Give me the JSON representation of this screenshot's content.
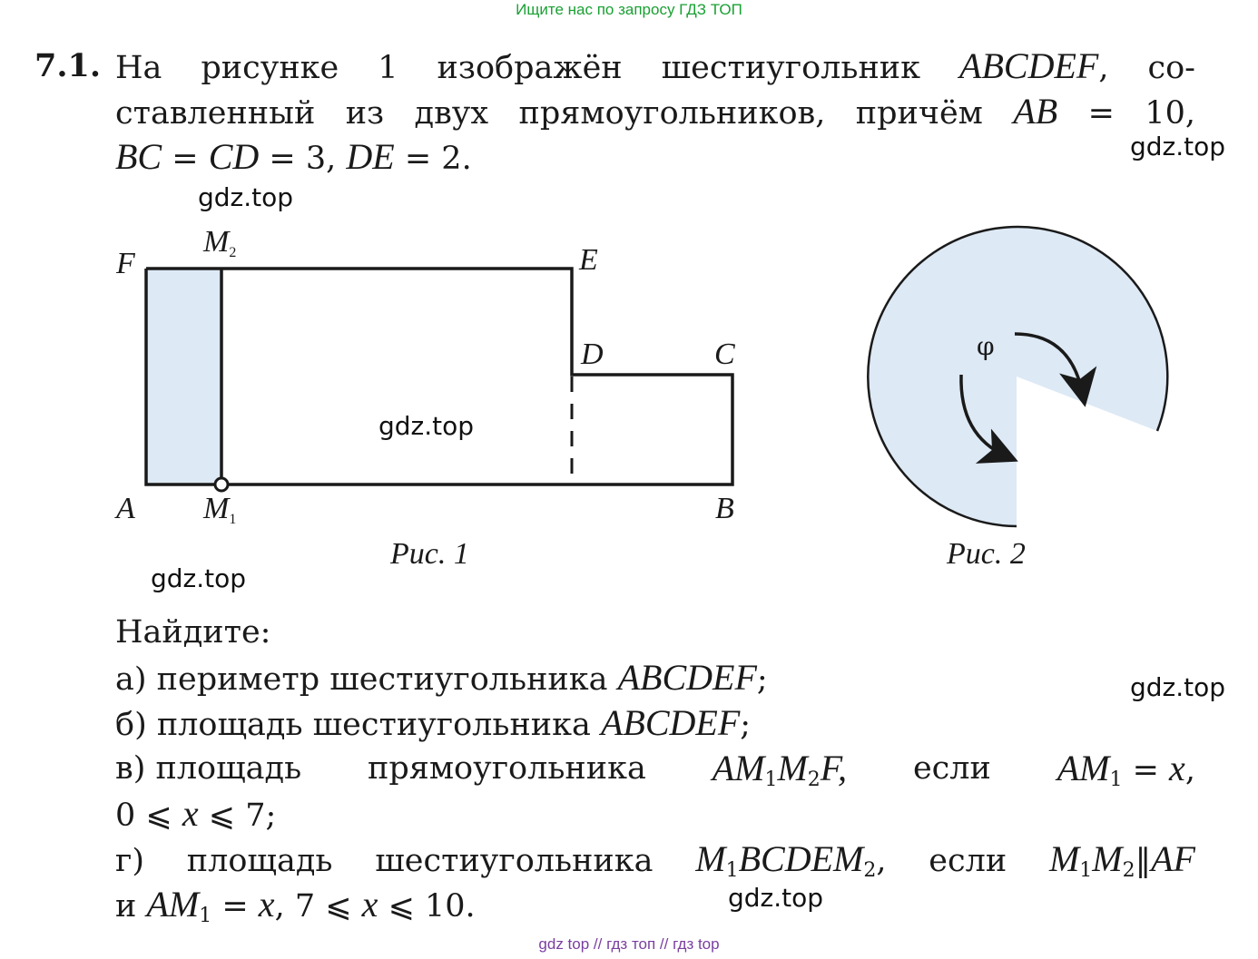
{
  "banner": "Ищите нас по запросу ГДЗ ТОП",
  "problem": {
    "number": "7.1.",
    "line1": [
      "На рисунке 1 изображён шестиугольник ",
      "ABCDEF",
      ", со-"
    ],
    "line2": [
      "ставленный из двух прямоугольников, причём ",
      "AB",
      " = 10,"
    ],
    "line3": [
      "BC",
      " = ",
      "CD",
      " = 3, ",
      "DE",
      " = 2."
    ]
  },
  "figure1": {
    "caption": "Рис. 1",
    "labels": {
      "A": "A",
      "B": "B",
      "C": "C",
      "D": "D",
      "E": "E",
      "F": "F",
      "M1": "M",
      "M1_sub": "1",
      "M2": "M",
      "M2_sub": "2"
    }
  },
  "figure2": {
    "caption": "Рис. 2",
    "angle_label": "φ"
  },
  "task": {
    "heading": "Найдите:",
    "a": [
      "а) периметр шестиугольника ",
      "ABCDEF",
      ";"
    ],
    "b": [
      "б) площадь шестиугольника ",
      "ABCDEF",
      ";"
    ],
    "v1": [
      "в) площадь",
      "прямоугольника",
      "AM",
      "1",
      "M",
      "2",
      "F,",
      "если",
      "AM",
      "1",
      " = ",
      "x",
      ","
    ],
    "v2": [
      "0 ⩽ ",
      "x",
      " ⩽ 7;"
    ],
    "g1": [
      "г) площадь шестиугольника ",
      "M",
      "1",
      "BCDEM",
      "2",
      ", если ",
      "M",
      "1",
      "M",
      "2",
      "‖",
      "AF"
    ],
    "g2": [
      "и ",
      "AM",
      "1",
      " = ",
      "x",
      ", 7 ⩽ ",
      "x",
      " ⩽ 10."
    ]
  },
  "watermark": "gdz.top",
  "footer": "gdz top // гдз топ // гдз top",
  "colors": {
    "banner": "#1aa033",
    "footer": "#7a3fa0",
    "fill": "#dde9f5"
  }
}
